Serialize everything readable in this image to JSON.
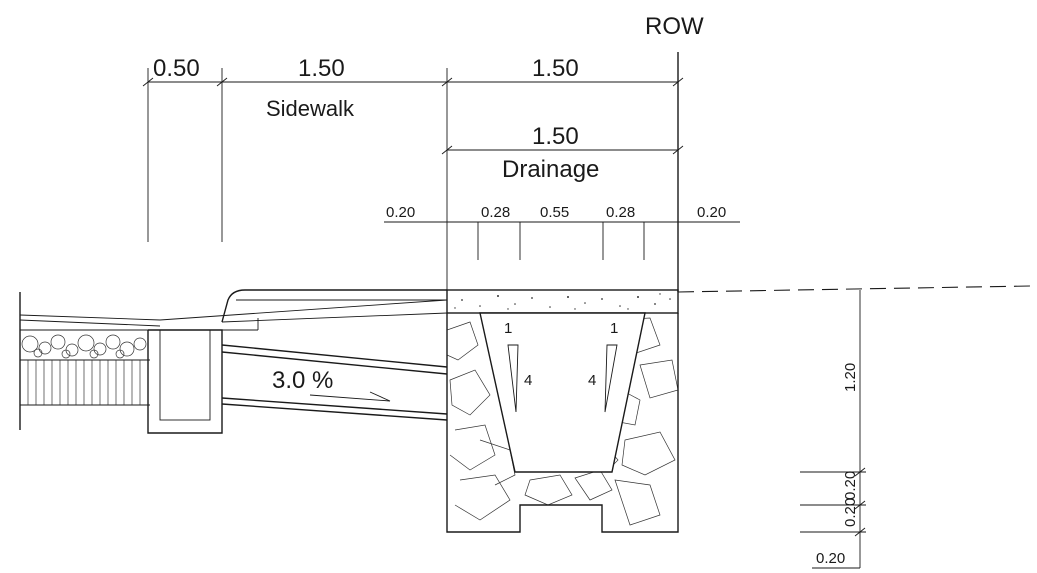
{
  "labels": {
    "row": "ROW",
    "dim_050": "0.50",
    "dim_sidewalk_width": "1.50",
    "sidewalk": "Sidewalk",
    "dim_total_width": "1.50",
    "dim_drainage_width": "1.50",
    "drainage": "Drainage",
    "dim_left_020": "0.20",
    "dim_left_028": "0.28",
    "dim_mid_055": "0.55",
    "dim_right_028": "0.28",
    "dim_right_020": "0.20",
    "slope_left_1": "1",
    "slope_left_4": "4",
    "slope_right_1": "1",
    "slope_right_4": "4",
    "slope_percent": "3.0 %",
    "depth_120": "1.20",
    "depth_020_a": "0.20",
    "depth_020_b": "0.20",
    "bottom_020": "0.20"
  }
}
